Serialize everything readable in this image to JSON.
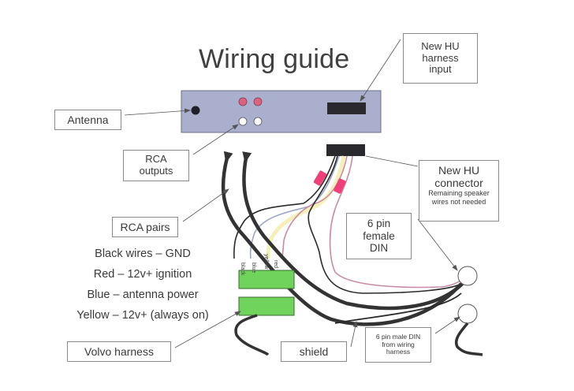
{
  "title": "Wiring guide",
  "labels": {
    "antenna": "Antenna",
    "rca_outputs": [
      "RCA",
      "outputs"
    ],
    "rca_pairs": "RCA pairs",
    "new_hu_harness_input": [
      "New HU",
      "harness",
      "input"
    ],
    "new_hu_connector": [
      "New HU",
      "connector"
    ],
    "new_hu_connector_note": [
      "Remaining speaker",
      "wires not needed"
    ],
    "six_pin_female_din": [
      "6 pin",
      "female",
      "DIN"
    ],
    "six_pin_male_din": [
      "6 pin male DIN",
      "from wiring",
      "harness"
    ],
    "volvo_harness": "Volvo harness",
    "shield": "shield"
  },
  "wire_legend": [
    "Black wires – GND",
    "Red – 12v+ ignition",
    "Blue – antenna power",
    "Yellow – 12v+ (always on)"
  ],
  "wire_tags": [
    "black",
    "blue",
    "yellow",
    "red"
  ],
  "colors": {
    "head_unit": "#a9afcd",
    "rca_red": "#e0607f",
    "rca_white": "#ffffff",
    "connector": "#2a2a2e",
    "harness_green": "#6fd35c",
    "crimp_pink": "#f0407a",
    "wire_black": "#2b2b2b",
    "wire_blue": "#9aa3c8",
    "wire_yellow": "#f4f0b8",
    "wire_red": "#c98aa8"
  }
}
